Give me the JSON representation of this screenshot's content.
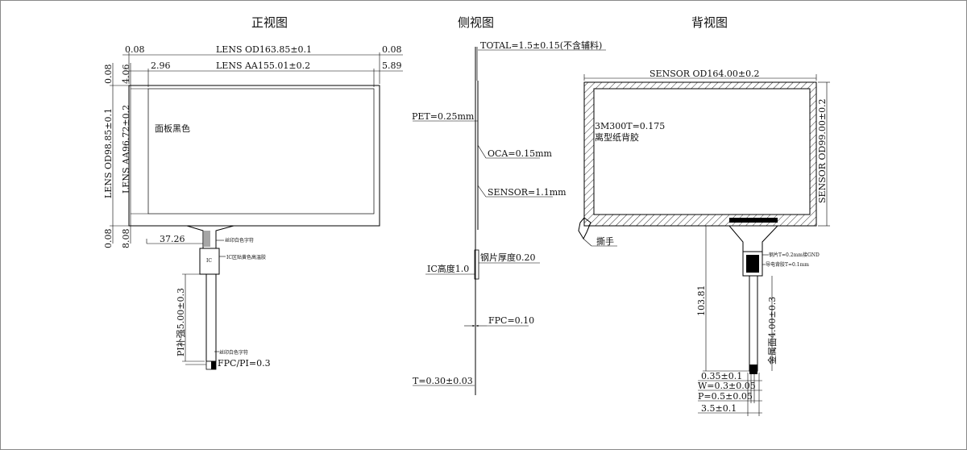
{
  "views": {
    "front_title": "正视图",
    "side_title": "侧视图",
    "back_title": "背视图"
  },
  "front": {
    "left_margin": "0.08",
    "right_margin": "0.08",
    "lens_od": "LENS OD163.85±0.1",
    "aa_left": "2.96",
    "lens_aa": "LENS AA155.01±0.2",
    "aa_right": "5.89",
    "top_margin": "0.08",
    "top_aa_offset": "4.06",
    "lens_od_height": "LENS OD98.85±0.1",
    "lens_aa_height": "LENS AA96.72±0.2",
    "bottom_margin": "0.08",
    "bottom_aa_offset": "8.08",
    "panel_note": "面板黑色",
    "fpc_offset": "37.26",
    "silk_note": "丝印白色字符",
    "ic_label": "IC",
    "ic_note": "IC区贴黄色高温胶",
    "pi_stiffener": "PI补强5.00±0.3",
    "silk_note_2": "丝印白色字符",
    "fpc_pi": "FPC/PI=0.3"
  },
  "side": {
    "total": "TOTAL=1.5±0.15(不含辅料)",
    "pet": "PET=0.25mm",
    "oca": "OCA=0.15mm",
    "sensor": "SENSOR=1.1mm",
    "steel": "钢片厚度0.20",
    "ic_height": "IC高度1.0",
    "fpc": "FPC=0.10",
    "t": "T=0.30±0.03"
  },
  "back": {
    "sensor_od": "SENSOR OD164.00±0.2",
    "sensor_od_height": "SENSOR OD99.00±0.2",
    "tape_spec": "3M300T=0.175",
    "tape_note": "离型纸背胶",
    "pull_tab": "撕手",
    "steel_note": "钢片T=0.2mm接GND",
    "conductive_note": "导电背胶T=0.1mm",
    "fpc_length": "103.81",
    "gold_finger": "金属面4.00±0.3",
    "pitch_a": "0.35±0.1",
    "width": "W=0.3±0.05",
    "pitch": "P=0.5±0.05",
    "total_width": "3.5±0.1"
  }
}
